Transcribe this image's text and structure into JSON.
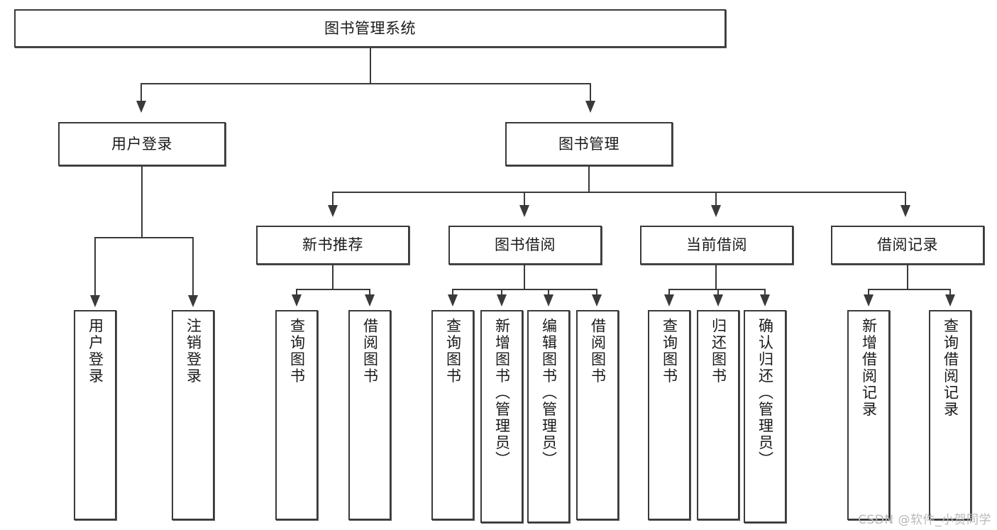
{
  "diagram": {
    "title": "图书管理系统",
    "type": "tree",
    "root": {
      "label": "图书管理系统"
    },
    "level2": [
      {
        "label": "用户登录"
      },
      {
        "label": "图书管理"
      }
    ],
    "level3": [
      {
        "label": "新书推荐"
      },
      {
        "label": "图书借阅"
      },
      {
        "label": "当前借阅"
      },
      {
        "label": "借阅记录"
      }
    ],
    "leaves": {
      "user_login": [
        {
          "label": "用户登录"
        },
        {
          "label": "注销登录"
        }
      ],
      "new_book_recommend": [
        {
          "label": "查询图书"
        },
        {
          "label": "借阅图书"
        }
      ],
      "book_borrow": [
        {
          "label": "查询图书"
        },
        {
          "label": "新增图书（管理员）"
        },
        {
          "label": "编辑图书（管理员）"
        },
        {
          "label": "借阅图书"
        }
      ],
      "current_borrow": [
        {
          "label": "查询图书"
        },
        {
          "label": "归还图书"
        },
        {
          "label": "确认归还（管理员）"
        }
      ],
      "borrow_record": [
        {
          "label": "新增借阅记录"
        },
        {
          "label": "查询借阅记录"
        }
      ]
    }
  },
  "watermark": {
    "text": "CSDN @软件_小贺同学"
  },
  "colors": {
    "stroke": "#3a3a3a",
    "background": "#ffffff",
    "text": "#1a1a1a",
    "watermark": "#b8b8b8"
  }
}
